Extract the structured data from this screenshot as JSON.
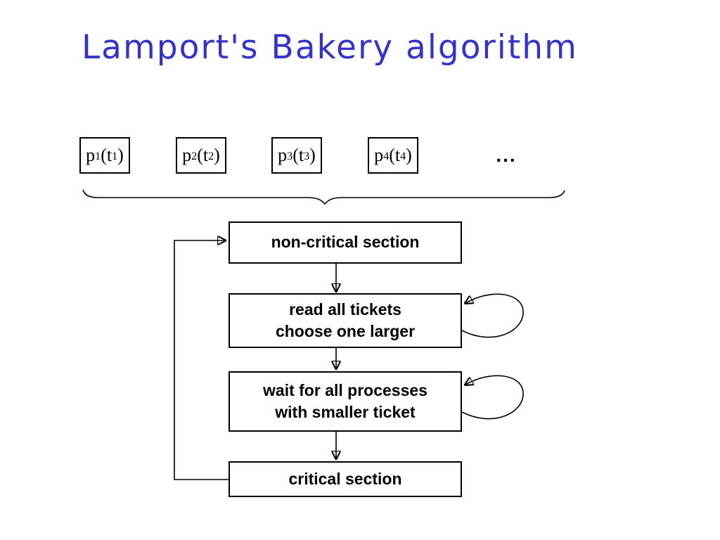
{
  "slide": {
    "title": "Lamport's Bakery algorithm",
    "title_color": "#3333cc",
    "background_color": "#ffffff"
  },
  "process_row": {
    "boxes": [
      {
        "var": "p",
        "var_sub": "1",
        "arg": "(t",
        "arg_sub": "1",
        "close": ")"
      },
      {
        "var": "p",
        "var_sub": "2",
        "arg": "(t",
        "arg_sub": "2",
        "close": ")"
      },
      {
        "var": "p",
        "var_sub": "3",
        "arg": "(t",
        "arg_sub": "3",
        "close": ")"
      },
      {
        "var": "p",
        "var_sub": "4",
        "arg": "(t",
        "arg_sub": "4",
        "close": ")"
      }
    ],
    "ellipsis": "..."
  },
  "flowchart": {
    "line_color": "#000000",
    "box_border_color": "#000000",
    "steps": [
      {
        "id": "non-critical-section",
        "line1": "non-critical section",
        "line2": ""
      },
      {
        "id": "read-tickets",
        "line1": "read all tickets",
        "line2": "choose one larger"
      },
      {
        "id": "wait-processes",
        "line1": "wait for all processes",
        "line2": "with smaller ticket"
      },
      {
        "id": "critical-section",
        "line1": "critical section",
        "line2": ""
      }
    ],
    "edges": [
      {
        "from": "non-critical-section",
        "to": "read-tickets",
        "type": "down-arrow"
      },
      {
        "from": "read-tickets",
        "to": "wait-processes",
        "type": "down-arrow"
      },
      {
        "from": "wait-processes",
        "to": "critical-section",
        "type": "down-arrow"
      },
      {
        "from": "critical-section",
        "to": "non-critical-section",
        "type": "loop-back"
      },
      {
        "from": "read-tickets",
        "to": "read-tickets",
        "type": "self-loop"
      },
      {
        "from": "wait-processes",
        "to": "wait-processes",
        "type": "self-loop"
      }
    ]
  }
}
